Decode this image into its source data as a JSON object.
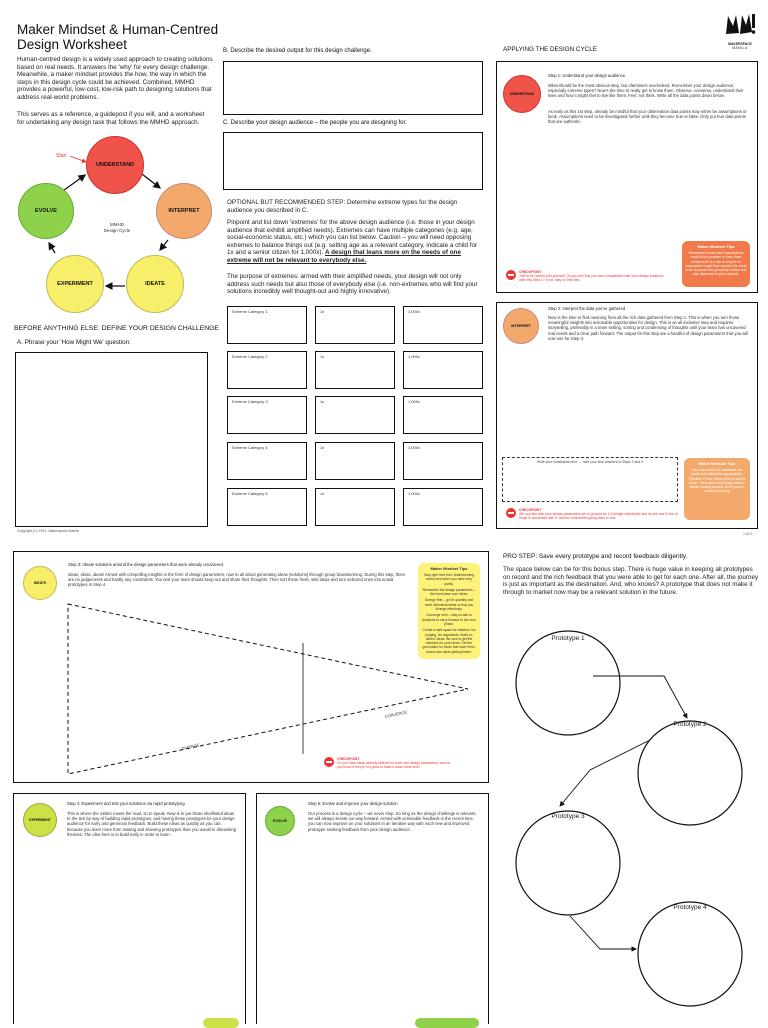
{
  "header": {
    "title_line1": "Maker Mindset & Human-Centred",
    "title_line2": "Design Worksheet",
    "logo_name_line1": "MAKERSPACE",
    "logo_name_line2": "MANILA"
  },
  "intro": {
    "p1": "Human-centred design is a widely used approach to creating solutions based on real needs. It answers the 'why' for every design challenge. Meanwhile, a maker mindset provides the how, the way in which the steps in this design cycle could be achieved. Combined, MMHD provides a powerful, low-cost, low-risk path to designing solutions that address real-world problems.",
    "p2": "This serves as a reference, a guidepost if you will, and a worksheet for undertaking any design task that follows the MMHD approach."
  },
  "cycle": {
    "start": "Start",
    "center_line1": "MMHD",
    "center_line2": "Design Cycle",
    "understand": "UNDERSTAND",
    "interpret": "INTERPRET",
    "ideate": "IDEATE",
    "experiment": "EXPERIMENT",
    "evolve": "EVOLVE"
  },
  "colors": {
    "red": "#f0534a",
    "orange": "#f2a96b",
    "yellow": "#f7ee6a",
    "green": "#8ed14a",
    "tipOrange": "#f07a4a",
    "tipYellow": "#fff27a"
  },
  "challenge": {
    "heading": "BEFORE ANYTHING ELSE: DEFINE YOUR DESIGN CHALLENGE",
    "a_label": "A. Phrase your 'How Might We' question:",
    "copyright": "Copyright (C) 2021. Makerspace Manila"
  },
  "middle": {
    "b_label": "B. Describe the desired output for this design challenge.",
    "c_label": "C. Describe your design audience – the people you are designing for.",
    "optional_title": "OPTIONAL BUT RECOMMENDED STEP: Determine extreme types for the design audience you described in C.",
    "optional_p1": "Pinpoint and list down 'extremes' for the above design audience (i.e. those in your design audience that exhibit amplified needs). Extremes can have multiple categories (e.g. age, social-economic status, etc.) which you can list below. Caution – you will need opposing extremes to balance things out (e.g. setting age as a relevant category, indicate a child for 1x and a senior citizen for 1,000x).",
    "optional_p1_bold": "A design that leans more on the needs of one extreme will not be relevant to everybody else.",
    "optional_p2": "The purpose of extremes: armed with their amplified needs, your design will not only address such needs but also those of everybody else (i.e. non-extremes who will find your solutions incredibly well thought-out and highly innovative).",
    "rows": [
      {
        "cat": "Extreme Category 1",
        "x1": "1x",
        "x1000": "1,000x"
      },
      {
        "cat": "Extreme Category 2",
        "x1": "1x",
        "x1000": "1,000x"
      },
      {
        "cat": "Extreme Category 3",
        "x1": "1x",
        "x1000": "1,000x"
      },
      {
        "cat": "Extreme Category 4",
        "x1": "1x",
        "x1000": "1,000x"
      },
      {
        "cat": "Extreme Category 5",
        "x1": "1x",
        "x1000": "1,000x"
      }
    ]
  },
  "applying": {
    "heading": "APPLYING THE DESIGN CYCLE",
    "step1_title": "Step 1: Understand your design audience",
    "step1_p1": "What should be the most obvious step, but oftentimes overlooked. Remember your design audience, especially extreme types? Now's the time to really get to know them. Observe, converse, understand their lives and how it might feel to live like them. Feel, not think. Write all the data points down below.",
    "step1_p2": "As early as this 1st step, already be mindful that your observation data points may either be assumptions or facts. Assumptions need to be investigated further until they become true or false. Only put true data points that are authentic.",
    "tip1_title": "Maker Mindset Tips",
    "tip1_body": "Remember! Know that if assumptions could hold a problem or have been mentioned it is a risk to cling to an assumption longer than needed. Be ready to be surprised. Be genuinely curious and stay interested in your subjects.",
    "ck1_title": "CHECKPOINT",
    "ck1_body": "Just to be honest with yourself. Do you feel that you have empathised with your design audience after this Step 1? If not, stay on this step.",
    "step2_title": "Step 2: Interpret the data you've gathered",
    "step2_p": "Now is the time to find meaning from all the rich data gathered from Step 1. This is when you turn those meaningful insights into actionable opportunities for design. This is an all-inclusive step and requires storytelling, preferably in a team setting, sorting and condensing of thoughts until your team has uncovered real needs and a clear path forward. The output for this step are a handful of design parameters that you will now use for Step 3.",
    "dashed_label": "Write your constraints here → note your final answers to Steps 3 and 4",
    "tip2_title": "Maker Mindset Tips",
    "tip2_body": "Your data should be translated into needs and actionable opportunities. Prioritize. Focus. Remember to narrow down. Think about what really matters before moving forward. Don't jump to solutions too early.",
    "ck2_title": "CHECKPOINT",
    "ck2_body": "Are you fine with your design parameters set of (should be 3-5 design objectives) and do you see if one of those is connected with it, not too constrained going back to one.",
    "page": "1 of 2"
  },
  "ideate": {
    "step_title": "Step 3: Ideate solutions around the design parameters that were already uncovered.",
    "p": "Ideas, ideas, ideas! Armed with compelling insights in the form of design parameters, now to all about generating ideas (solutions) through group brainstorming. During this step, there are no judgements and hardly any constraints. You and your team should keep out and share their thoughts. Then sort these fresh, wild ideas and turn selected ones into actual prototypes in Step 4.",
    "diverge": "DIVERGE",
    "converge": "CONVERGE",
    "tip_title": "Maker Mindset Tips",
    "tips": [
      "Stay right here first. Brainstorming works best when you have very quirky.",
      "Remember the design parameters – the must-have core ideas.",
      "Diverge first – go for quantity and more whimsical ideas so that you diverge effectively.",
      "Converge next – stay on-aim to positions to carry forward to the next phase.",
      "Create a safe space for Ideation. No judging. No arguments. Build on others' ideas. Be sure to get the interface for your ideas. Get the generation for those that have fresh, brand-new ideas getting better."
    ],
    "ck_title": "CHECKPOINT",
    "ck_body": "Do you have ideas already defined for each one design parameters, and do you know if they're not good to hand it down more level."
  },
  "experiment": {
    "step_title": "Step 4: Experiment and test your solutions via rapid prototyping.",
    "p": "This is where the rubber meets the road, so to speak. Now is to put those shortlisted ideas to the test by way of building rapid prototypes, and having those prototypes be your design audience for early and generous feedback. Build these ideas as quickly as you can, because you learn more from making and showing prototypes than you would in discussing theories. The idea here is to build early in order to learn."
  },
  "evolve": {
    "step_title": "Step 5: Evolve and improve your design solution",
    "p": "Our process is a design cycle – we never stop. So long as the design challenge is relevant, we will always iterate our way forward. Armed with actionable feedback in the recent time, you can now improve on your solutions in an iterative way with each new and improved prototype seeking feedback from your design audience."
  },
  "prostep": {
    "title": "PRO STEP: Save every prototype and record feedback diligently.",
    "p": "The space below can be for this bonus step. There is huge value in keeping all prototypes on record and the rich feedback that you were able to get for each one. After all, the journey is just as important as the destination. And, who knows? A prototype that does not make it through to market now may be a relevant solution in the future.",
    "protos": [
      "Prototype 1",
      "Prototype 2",
      "Prototype 3",
      "Prototype 4"
    ]
  }
}
